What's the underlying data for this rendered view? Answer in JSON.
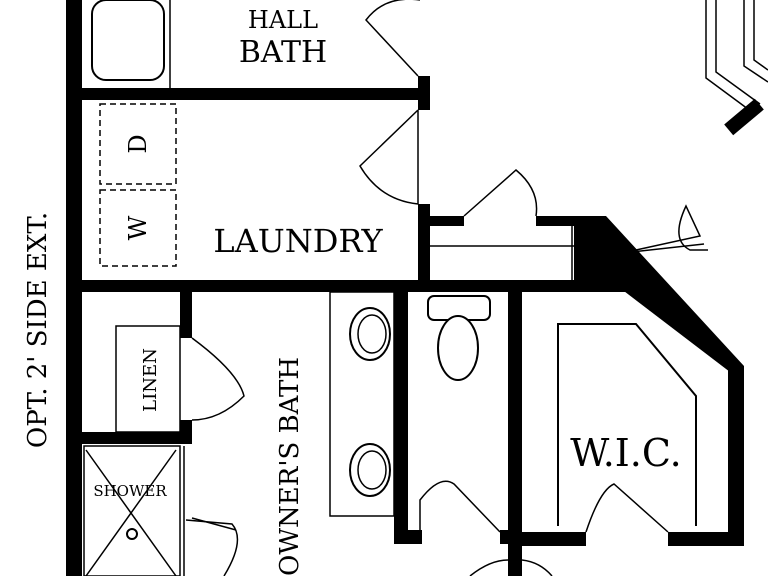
{
  "plan": {
    "colors": {
      "wall": "#000000",
      "background": "#ffffff"
    },
    "rooms": {
      "hall_bath_line1": "HALL",
      "hall_bath_line2": "BATH",
      "laundry": "LAUNDRY",
      "washer": "W",
      "dryer": "D",
      "linen": "LINEN",
      "shower": "SHOWER",
      "owners_bath": "OWNER'S BATH",
      "wic": "W.I.C."
    },
    "side_extension": "OPT. 2' SIDE EXT."
  }
}
